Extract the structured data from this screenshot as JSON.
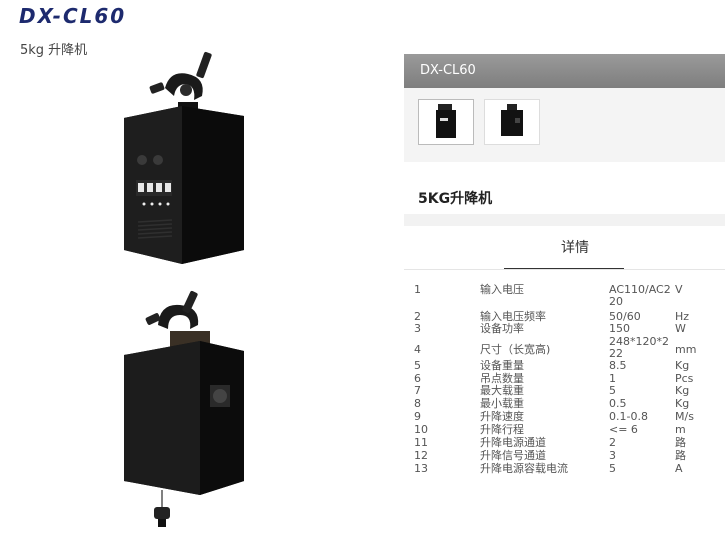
{
  "brand": "DX-CL60",
  "subtitle": "5kg 升降机",
  "panel": {
    "title": "DX-CL60",
    "product_name": "5KG升降机",
    "tab": "详情",
    "thumbnails": [
      "product-front-thumb",
      "product-side-thumb"
    ]
  },
  "specs": [
    {
      "idx": "1",
      "name": "输入电压",
      "value": "AC110/AC220",
      "unit": "V"
    },
    {
      "idx": "2",
      "name": "输入电压频率",
      "value": "50/60",
      "unit": "Hz"
    },
    {
      "idx": "3",
      "name": "设备功率",
      "value": "150",
      "unit": "W"
    },
    {
      "idx": "4",
      "name": "尺寸（长宽高)",
      "value": "248*120*222",
      "unit": "mm"
    },
    {
      "idx": "5",
      "name": "设备重量",
      "value": "8.5",
      "unit": "Kg"
    },
    {
      "idx": "6",
      "name": "吊点数量",
      "value": "1",
      "unit": "Pcs"
    },
    {
      "idx": "7",
      "name": "最大载重",
      "value": "5",
      "unit": "Kg"
    },
    {
      "idx": "8",
      "name": "最小载重",
      "value": "0.5",
      "unit": "Kg"
    },
    {
      "idx": "9",
      "name": "升降速度",
      "value": "0.1-0.8",
      "unit": "M/s"
    },
    {
      "idx": "10",
      "name": "升降行程",
      "value": "<= 6",
      "unit": "m"
    },
    {
      "idx": "11",
      "name": "升降电源通道",
      "value": "2",
      "unit": "路"
    },
    {
      "idx": "12",
      "name": "升降信号通道",
      "value": "3",
      "unit": "路"
    },
    {
      "idx": "13",
      "name": "升降电源容载电流",
      "value": "5",
      "unit": "A"
    }
  ]
}
